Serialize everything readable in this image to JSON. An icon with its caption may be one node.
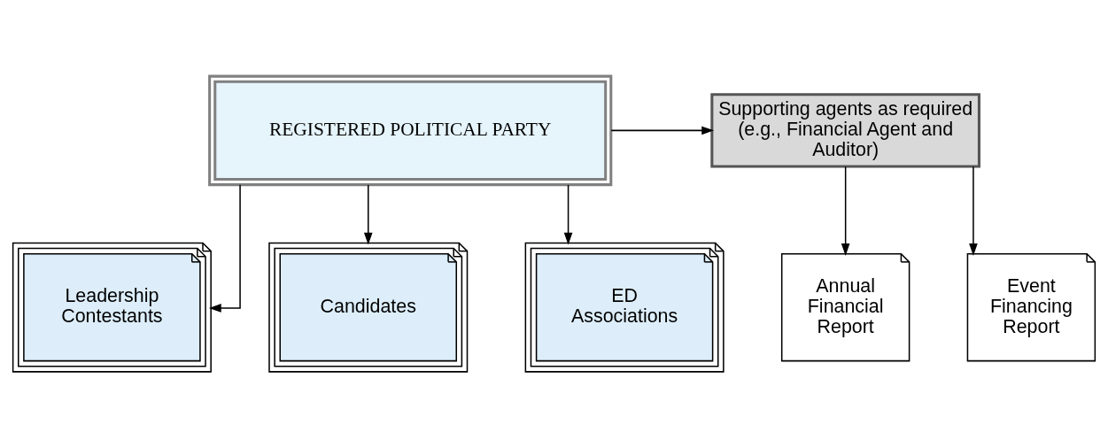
{
  "diagram": {
    "nodes": [
      {
        "text": [
          "REGISTERED POLITICAL PARTY"
        ]
      },
      {
        "text": [
          "Supporting agents as required (e.g., Financial Agent and Auditor)"
        ]
      },
      {
        "text": [
          "Leadership Contestants"
        ]
      },
      {
        "text": [
          "Candidates"
        ]
      },
      {
        "text": [
          "ED Associations"
        ]
      },
      {
        "text": [
          "Annual Financial Report"
        ]
      },
      {
        "text": [
          "Event Financing Report"
        ]
      }
    ],
    "edges": [
      {
        "from": 0,
        "to": 1,
        "arrow": "to"
      },
      {
        "from": 0,
        "to": 2,
        "arrow": "to"
      },
      {
        "from": 0,
        "to": 3,
        "arrow": "to"
      },
      {
        "from": 0,
        "to": 4,
        "arrow": "to"
      },
      {
        "from": 1,
        "to": 5,
        "arrow": "to"
      },
      {
        "from": 1,
        "to": 6,
        "arrow": "to"
      }
    ]
  }
}
